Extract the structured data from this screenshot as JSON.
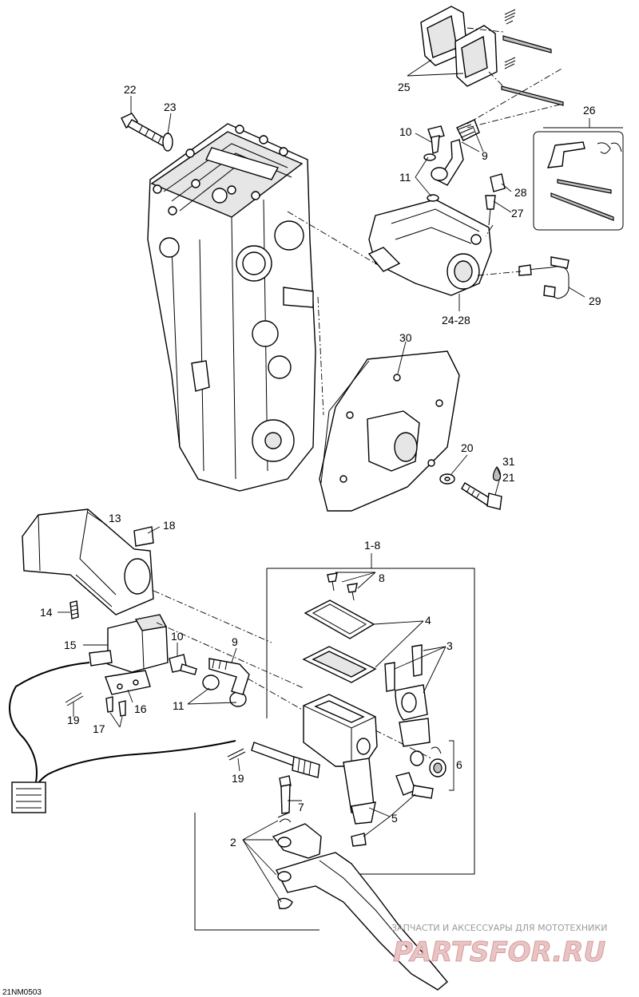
{
  "diagram_code": "21NM0503",
  "watermark": {
    "tagline": "ЗАПЧАСТИ И АКСЕССУАРЫ ДЛЯ МОТОТЕХНИКИ",
    "brand": "PARTSFOR.RU"
  },
  "callouts": {
    "c1_8": "1-8",
    "c2": "2",
    "c3": "3",
    "c4": "4",
    "c5": "5",
    "c6": "6",
    "c7": "7",
    "c8": "8",
    "c9_top": "9",
    "c9_bottom": "9",
    "c10_top": "10",
    "c10_bottom": "10",
    "c11_top": "11",
    "c11_bottom": "11",
    "c13": "13",
    "c14": "14",
    "c15": "15",
    "c16": "16",
    "c17": "17",
    "c18": "18",
    "c19_left": "19",
    "c19_mid": "19",
    "c20": "20",
    "c21": "21",
    "c22": "22",
    "c23": "23",
    "c24_28": "24-28",
    "c25": "25",
    "c26": "26",
    "c27": "27",
    "c28": "28",
    "c29": "29",
    "c30": "30",
    "c31": "31"
  }
}
